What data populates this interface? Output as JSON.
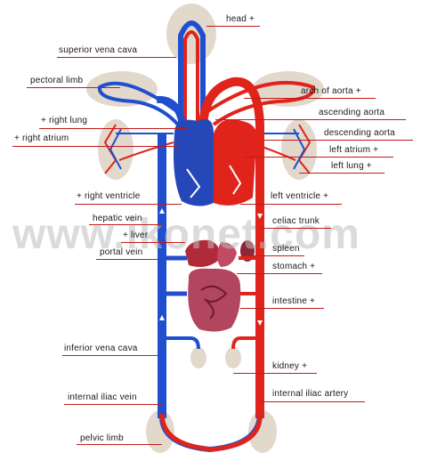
{
  "watermark": "www.ikonet.com",
  "labels": {
    "left": {
      "superior_vena_cava": "superior vena cava",
      "pectoral_limb": "pectoral limb",
      "right_lung": "+ right lung",
      "right_atrium": "+ right atrium",
      "right_ventricle": "+ right ventricle",
      "hepatic_vein": "hepatic vein",
      "liver": "+ liver",
      "portal_vein": "portal vein",
      "inferior_vena_cava": "inferior vena cava",
      "internal_iliac_vein": "internal iliac vein",
      "pelvic_limb": "pelvic limb"
    },
    "right": {
      "head": "head +",
      "arch_of_aorta": "arch of aorta +",
      "ascending_aorta": "ascending aorta",
      "descending_aorta": "descending aorta",
      "left_atrium": "left atrium +",
      "left_lung": "left lung +",
      "left_ventricle": "left ventricle +",
      "celiac_trunk": "celiac trunk",
      "spleen": "spleen",
      "stomach": "stomach +",
      "intestine": "intestine +",
      "kidney": "kidney +",
      "internal_iliac_artery": "internal iliac artery"
    }
  },
  "colors": {
    "vein": "#1f4fcf",
    "artery": "#e0241b",
    "organ": "#e2d8cc",
    "rule": "#c41a1a"
  }
}
